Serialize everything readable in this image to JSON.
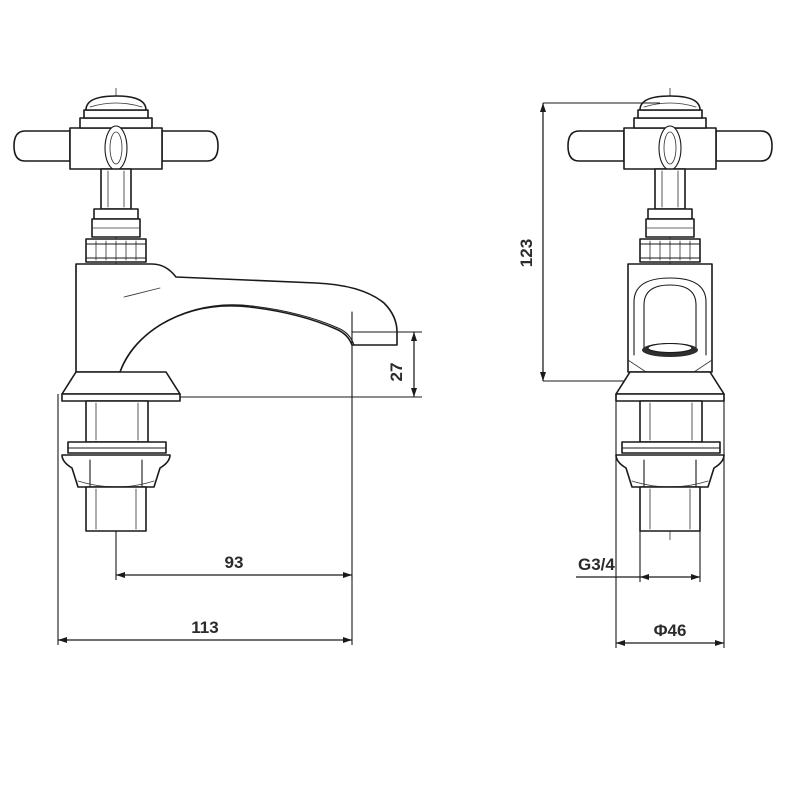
{
  "document": {
    "type": "engineering-drawing",
    "subject": "Basin pillar tap / faucet with cross handle",
    "views": [
      {
        "id": "side-view",
        "label": ""
      },
      {
        "id": "front-view",
        "label": ""
      }
    ],
    "units": "mm",
    "line_color": "#1a1a1a",
    "background_color": "#ffffff",
    "text_color": "#2b2b2b"
  },
  "dimensions": {
    "spout_height": {
      "value": "27",
      "orientation": "vertical",
      "view": "side-view",
      "description": "spout outlet height above body base"
    },
    "spout_reach": {
      "value": "93",
      "orientation": "horizontal",
      "view": "side-view",
      "description": "reach from tap centre to spout tip"
    },
    "overall_length": {
      "value": "113",
      "orientation": "horizontal",
      "view": "side-view",
      "description": "overall length of tap body"
    },
    "overall_height": {
      "value": "123",
      "orientation": "vertical",
      "view": "front-view",
      "description": "overall height from base to top of handle"
    },
    "thread_size": {
      "value": "G3/4",
      "orientation": "leader",
      "view": "front-view",
      "description": "inlet thread specification"
    },
    "base_diameter": {
      "value": "Φ46",
      "orientation": "horizontal",
      "view": "front-view",
      "description": "base escutcheon diameter"
    }
  }
}
